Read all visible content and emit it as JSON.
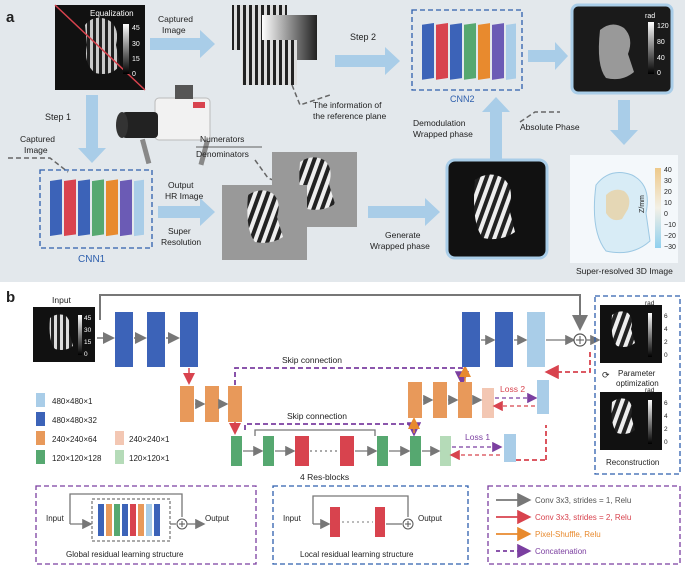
{
  "panel_a": {
    "label": "a",
    "equalization": "Equalization",
    "cbar_a1": [
      "45",
      "30",
      "15",
      "0"
    ],
    "captured_image_top": [
      "Captured",
      "Image"
    ],
    "step2": "Step 2",
    "step1": "Step 1",
    "info_ref": [
      "The information of",
      "the reference plane"
    ],
    "cnn2": "CNN2",
    "rad": "rad",
    "cbar_rad": [
      "120",
      "80",
      "40",
      "0"
    ],
    "demod": [
      "Demodulation",
      "Wrapped phase"
    ],
    "absolute_phase": "Absolute Phase",
    "captured_image_left": [
      "Captured",
      "Image"
    ],
    "numerators": "Numerators",
    "denominators": "Denominators",
    "output_hr": [
      "Output",
      "HR Image"
    ],
    "super_res": [
      "Super",
      "Resolution"
    ],
    "cnn1": "CNN1",
    "generate": [
      "Generate",
      "Wrapped phase"
    ],
    "zmm": "Z/mm",
    "cbar_z": [
      "40",
      "30",
      "20",
      "10",
      "0",
      "−10",
      "−20",
      "−30"
    ],
    "super_resolved": "Super-resolved 3D Image"
  },
  "panel_b": {
    "label": "b",
    "input": "Input",
    "cbar_in": [
      "45",
      "30",
      "15",
      "0"
    ],
    "skip1": "Skip connection",
    "skip2": "Skip connection",
    "loss1": "Loss 1",
    "loss2": "Loss 2",
    "res_blocks": "4 Res-blocks",
    "legend_sizes": [
      "480×480×1",
      "480×480×32",
      "240×240×64",
      "120×120×128"
    ],
    "legend_sizes2": [
      "240×240×1",
      "120×120×1"
    ],
    "rad": "rad",
    "cbar_out": [
      "6",
      "4",
      "2",
      "0"
    ],
    "param_opt": [
      "Parameter",
      "optimization"
    ],
    "reconstruction": "Reconstruction",
    "global_input": "Input",
    "global_output": "Output",
    "global_caption": "Global residual learning structure",
    "local_input": "Input",
    "local_output": "Output",
    "local_caption": "Local residual learning structure",
    "legend_arrows": [
      "Conv 3x3, strides = 1, Relu",
      "Conv 3x3, strides = 2, Relu",
      "Pixel-Shuffle, Relu",
      "Concatenation"
    ],
    "colors": {
      "gray": "#7a7a7a",
      "red": "#d8434e",
      "orange": "#e88a2e",
      "purple": "#7b3fa0",
      "blue": "#2e5fad"
    }
  }
}
